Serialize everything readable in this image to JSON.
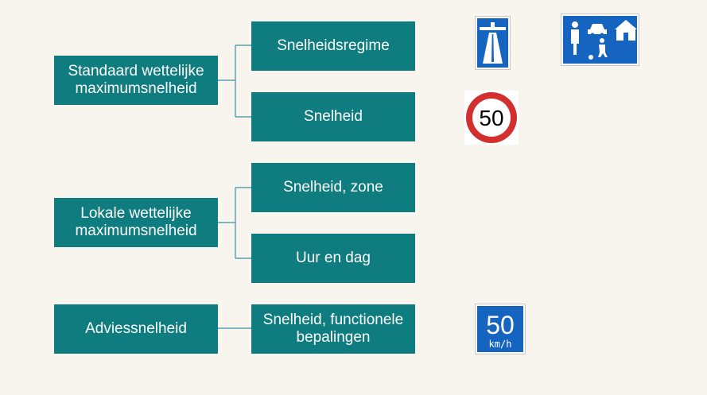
{
  "categories": [
    {
      "label": "Standaard wettelijke maximumsnelheid",
      "children": [
        "Snelheidsregime",
        "Snelheid"
      ]
    },
    {
      "label": "Lokale wettelijke maximumsnelheid",
      "children": [
        "Snelheid, zone",
        "Uur en dag"
      ]
    },
    {
      "label": "Adviessnelheid",
      "children": [
        "Snelheid, functionele bepalingen"
      ]
    }
  ],
  "signs": {
    "motorway": {
      "icon": "motorway-sign-icon"
    },
    "residential": {
      "icon": "residential-zone-sign-icon"
    },
    "speed_limit": {
      "icon": "speed-limit-sign-icon",
      "value": "50"
    },
    "advisory": {
      "icon": "advisory-speed-sign-icon",
      "value": "50",
      "unit": "km/h"
    }
  },
  "colors": {
    "box": "#0f7d80",
    "line": "#3a8fa0",
    "sign_blue": "#1565c0",
    "sign_red": "#d32f2f",
    "background": "#f8f5ef"
  }
}
